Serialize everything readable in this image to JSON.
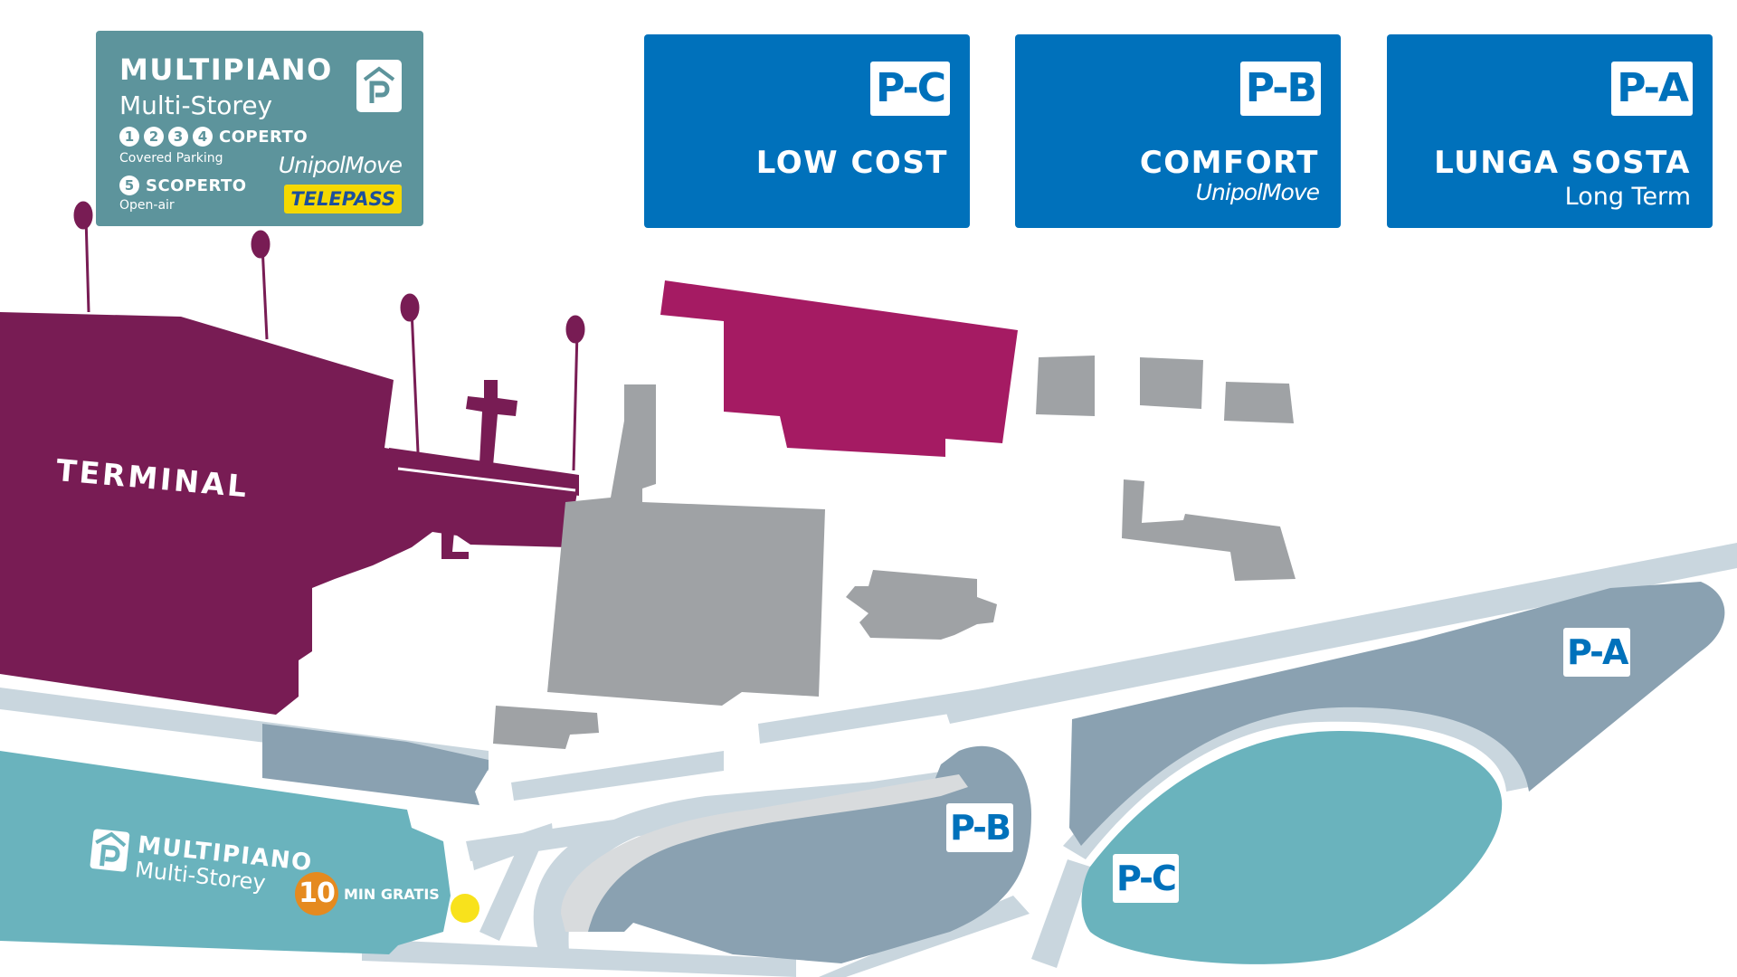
{
  "cards": {
    "pc": {
      "badge": "P-C",
      "title": "LOW COST"
    },
    "pb": {
      "badge": "P-B",
      "title": "COMFORT",
      "brand": "UnipolMove"
    },
    "pa": {
      "badge": "P-A",
      "title": "LUNGA SOSTA",
      "subtitle": "Long Term"
    }
  },
  "multipiano_card": {
    "title": "MULTIPIANO",
    "subtitle": "Multi-Storey",
    "levels_covered": [
      "1",
      "2",
      "3",
      "4"
    ],
    "covered_label": "COPERTO",
    "covered_sub": "Covered Parking",
    "level_open": "5",
    "open_label": "SCOPERTO",
    "open_sub": "Open-air",
    "brand": "UnipolMove",
    "telepass": "TELEPASS",
    "parking_icon": "parking-garage-icon"
  },
  "map": {
    "terminal_label": "TERMINAL",
    "area_badges": {
      "pa": "P-A",
      "pb": "P-B",
      "pc": "P-C"
    },
    "multipiano_title": "MULTIPIANO",
    "multipiano_sub": "Multi-Storey",
    "free_minutes": "10",
    "free_label": "MIN GRATIS"
  },
  "colors": {
    "blue": "#0071bb",
    "teal_card": "#5d949c",
    "terminal": "#781c54",
    "magenta": "#a51b63",
    "building_gray": "#9fa2a5",
    "parking_slate": "#8aa1b1",
    "parking_teal": "#6ab3bd",
    "road": "#c9d6de",
    "telepass_yellow": "#f5d800",
    "free_orange": "#e58a1f",
    "dot_yellow": "#f8e21c"
  }
}
